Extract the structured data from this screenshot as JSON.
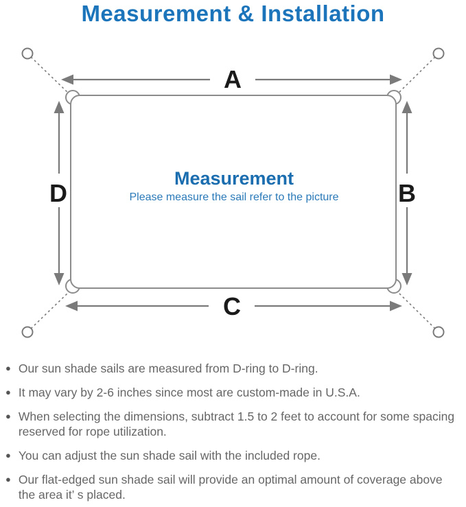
{
  "page": {
    "title": "Measurement & Installation"
  },
  "diagram": {
    "center_title": "Measurement",
    "center_subtitle": "Please measure the sail refer to the picture",
    "labels": {
      "top": "A",
      "right": "B",
      "bottom": "C",
      "left": "D"
    },
    "colors": {
      "title_blue": "#1c75bb",
      "center_title_blue": "#1a6dae",
      "center_subtitle_blue": "#2a79b8",
      "line_gray": "#7a7a7a",
      "sail_outline_gray": "#8c8c8c",
      "dim_label_black": "#1a1a1a",
      "note_text_gray": "#666666"
    }
  },
  "notes": {
    "bullet_glyph": "●",
    "items": [
      {
        "lines": [
          "Our sun shade sails are measured from D-ring to D-ring."
        ]
      },
      {
        "lines": [
          "It may vary by 2-6 inches since most are custom-made in U.S.A."
        ]
      },
      {
        "lines": [
          "When selecting the dimensions, subtract 1.5 to 2 feet to account for some spacing",
          "reserved for rope utilization."
        ]
      },
      {
        "lines": [
          "You can adjust the sun shade sail with the included rope."
        ]
      },
      {
        "lines": [
          "Our flat-edged sun shade sail will provide an optimal amount of coverage above",
          "the area it’ s placed."
        ]
      }
    ]
  }
}
